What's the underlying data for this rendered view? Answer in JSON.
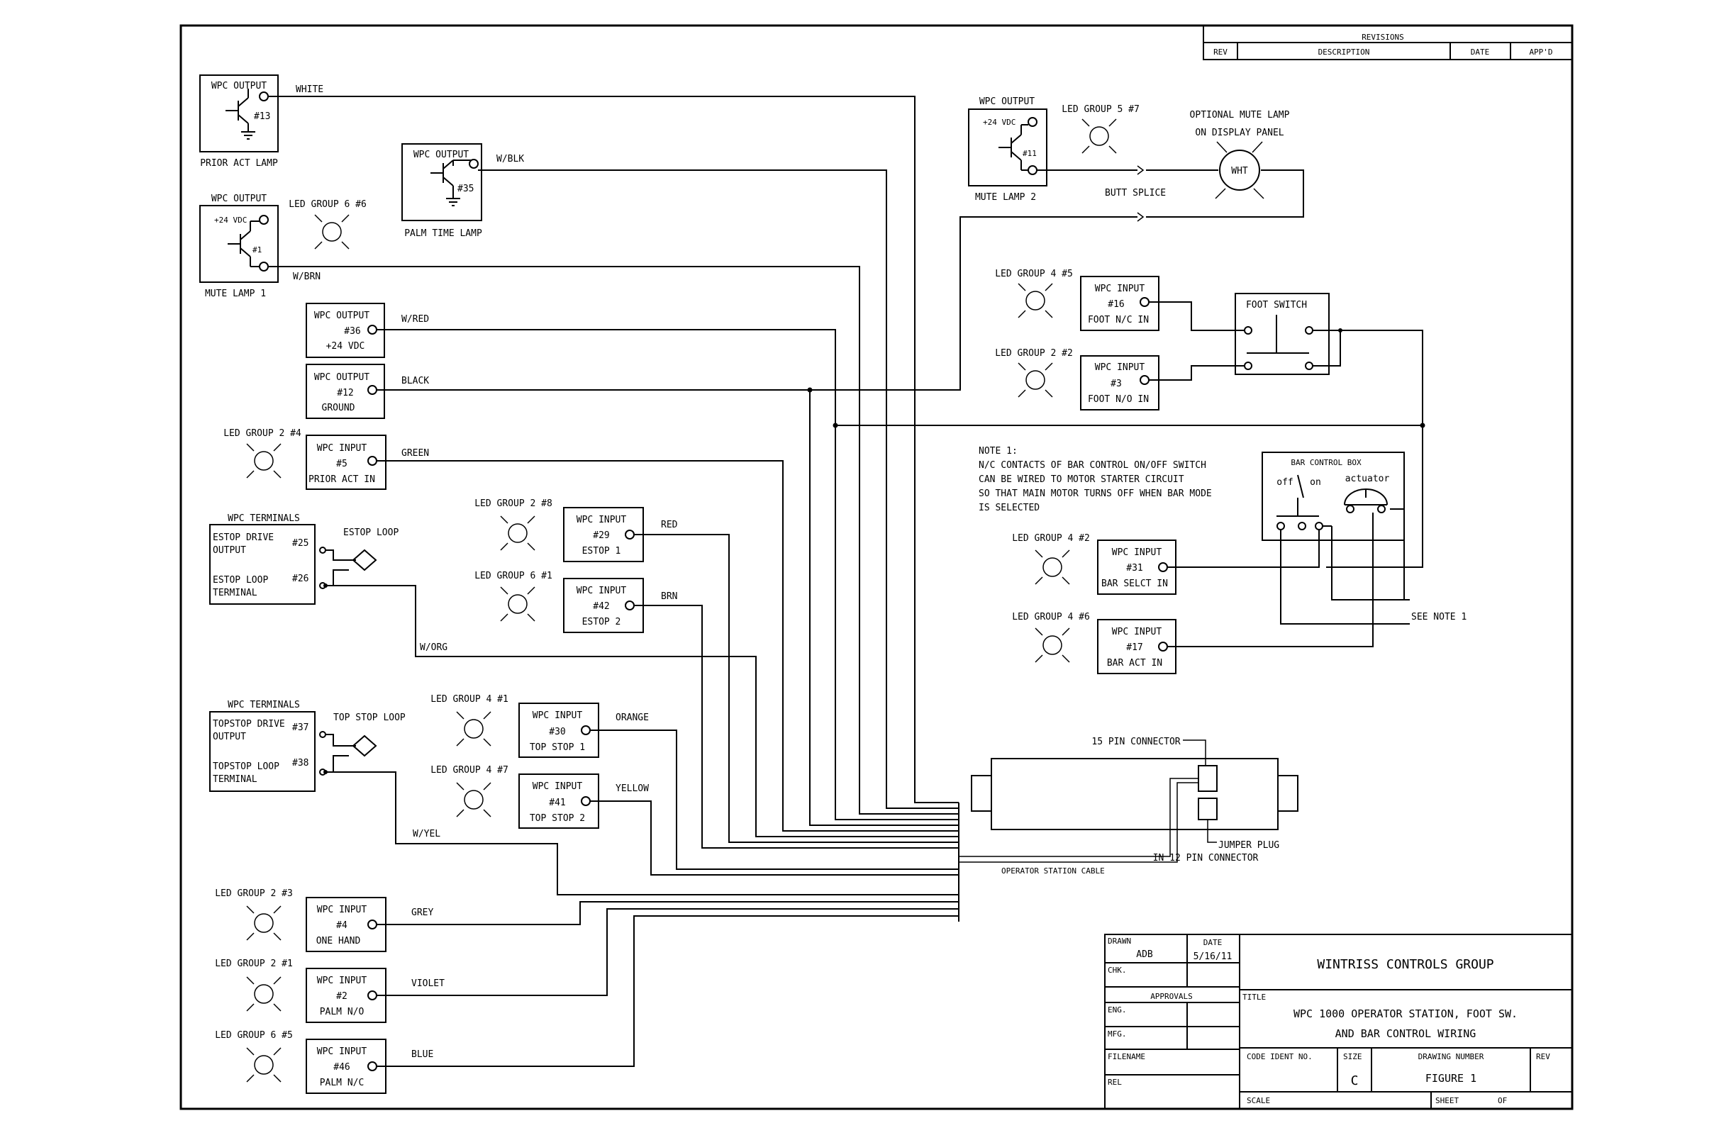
{
  "revisions": {
    "title": "REVISIONS",
    "rev": "REV",
    "description": "DESCRIPTION",
    "date": "DATE",
    "appd": "APP'D"
  },
  "outputs": {
    "out13": {
      "title": "WPC OUTPUT",
      "num": "#13",
      "caption": "PRIOR ACT LAMP",
      "wire": "WHITE"
    },
    "out1": {
      "title": "WPC OUTPUT",
      "vdc": "+24 VDC",
      "num": "#1",
      "caption": "MUTE LAMP 1",
      "wire": "W/BRN"
    },
    "out35": {
      "title": "WPC OUTPUT",
      "num": "#35",
      "caption": "PALM TIME LAMP",
      "wire": "W/BLK"
    },
    "out36": {
      "title": "WPC OUTPUT",
      "num": "#36",
      "sub": "+24 VDC",
      "wire": "W/RED"
    },
    "out12": {
      "title": "WPC OUTPUT",
      "num": "#12",
      "sub": "GROUND",
      "wire": "BLACK"
    },
    "out11": {
      "title": "WPC OUTPUT",
      "vdc": "+24 VDC",
      "num": "#11",
      "caption": "MUTE LAMP 2"
    }
  },
  "inputs": {
    "in5": {
      "title": "WPC INPUT",
      "num": "#5",
      "sub": "PRIOR ACT IN",
      "wire": "GREEN",
      "led": "LED GROUP 2 #4"
    },
    "in29": {
      "title": "WPC INPUT",
      "num": "#29",
      "sub": "ESTOP 1",
      "wire": "RED",
      "led": "LED GROUP 2 #8"
    },
    "in42": {
      "title": "WPC INPUT",
      "num": "#42",
      "sub": "ESTOP 2",
      "wire": "BRN",
      "led": "LED GROUP 6 #1"
    },
    "in30": {
      "title": "WPC INPUT",
      "num": "#30",
      "sub": "TOP STOP 1",
      "wire": "ORANGE",
      "led": "LED GROUP 4 #1"
    },
    "in41": {
      "title": "WPC INPUT",
      "num": "#41",
      "sub": "TOP STOP 2",
      "wire": "YELLOW",
      "led": "LED GROUP 4 #7"
    },
    "in4": {
      "title": "WPC INPUT",
      "num": "#4",
      "sub": "ONE HAND",
      "wire": "GREY",
      "led": "LED GROUP 2 #3"
    },
    "in2": {
      "title": "WPC INPUT",
      "num": "#2",
      "sub": "PALM N/O",
      "wire": "VIOLET",
      "led": "LED GROUP 2 #1"
    },
    "in46": {
      "title": "WPC INPUT",
      "num": "#46",
      "sub": "PALM N/C",
      "wire": "BLUE",
      "led": "LED GROUP 6 #5"
    },
    "in16": {
      "title": "WPC INPUT",
      "num": "#16",
      "sub": "FOOT N/C IN",
      "led": "LED GROUP 4 #5"
    },
    "in3": {
      "title": "WPC INPUT",
      "num": "#3",
      "sub": "FOOT N/O IN",
      "led": "LED GROUP 2 #2"
    },
    "in31": {
      "title": "WPC INPUT",
      "num": "#31",
      "sub": "BAR SELCT IN",
      "led": "LED GROUP 4 #2"
    },
    "in17": {
      "title": "WPC INPUT",
      "num": "#17",
      "sub": "BAR ACT IN",
      "led": "LED GROUP 4 #6"
    }
  },
  "leds": {
    "led6_6": "LED GROUP 6 #6",
    "led5_7": "LED GROUP 5 #7"
  },
  "estop": {
    "title": "WPC TERMINALS",
    "drive1": "ESTOP DRIVE",
    "drive2": "OUTPUT",
    "drive_num": "#25",
    "loop1": "ESTOP LOOP",
    "loop2": "TERMINAL",
    "loop_num": "#26",
    "loop_label": "ESTOP LOOP",
    "wire": "W/ORG"
  },
  "topstop": {
    "title": "WPC TERMINALS",
    "drive1": "TOPSTOP DRIVE",
    "drive2": "OUTPUT",
    "drive_num": "#37",
    "loop1": "TOPSTOP LOOP",
    "loop2": "TERMINAL",
    "loop_num": "#38",
    "loop_label": "TOP STOP LOOP",
    "wire": "W/YEL"
  },
  "mute": {
    "opt1": "OPTIONAL MUTE LAMP",
    "opt2": "ON DISPLAY PANEL",
    "lamp": "WHT",
    "splice": "BUTT SPLICE"
  },
  "foot_switch": "FOOT SWITCH",
  "note": {
    "l1": "NOTE 1:",
    "l2": "N/C CONTACTS OF BAR CONTROL ON/OFF SWITCH",
    "l3": "CAN BE WIRED TO MOTOR STARTER CIRCUIT",
    "l4": "SO THAT MAIN MOTOR TURNS OFF WHEN BAR MODE",
    "l5": "IS SELECTED",
    "see": "SEE NOTE 1"
  },
  "bar_box": {
    "title": "BAR CONTROL BOX",
    "off": "off",
    "on": "on",
    "actuator": "actuator"
  },
  "connector": {
    "pin15": "15 PIN CONNECTOR",
    "jumper1": "JUMPER PLUG",
    "jumper2": "IN 12 PIN CONNECTOR",
    "cable": "OPERATOR STATION CABLE"
  },
  "title_block": {
    "drawn_label": "DRAWN",
    "drawn": "ADB",
    "date_label": "DATE",
    "date": "5/16/11",
    "chk": "CHK.",
    "approvals": "APPROVALS",
    "eng": "ENG.",
    "mfg": "MFG.",
    "filename": "FILENAME",
    "rel": "REL",
    "company": "WINTRISS CONTROLS GROUP",
    "title_label": "TITLE",
    "title1": "WPC 1000 OPERATOR STATION, FOOT SW.",
    "title2": "AND BAR CONTROL WIRING",
    "code": "CODE IDENT NO.",
    "size_label": "SIZE",
    "size": "C",
    "dwg_label": "DRAWING NUMBER",
    "dwg": "FIGURE 1",
    "rev": "REV",
    "scale": "SCALE",
    "sheet": "SHEET",
    "of": "OF"
  }
}
